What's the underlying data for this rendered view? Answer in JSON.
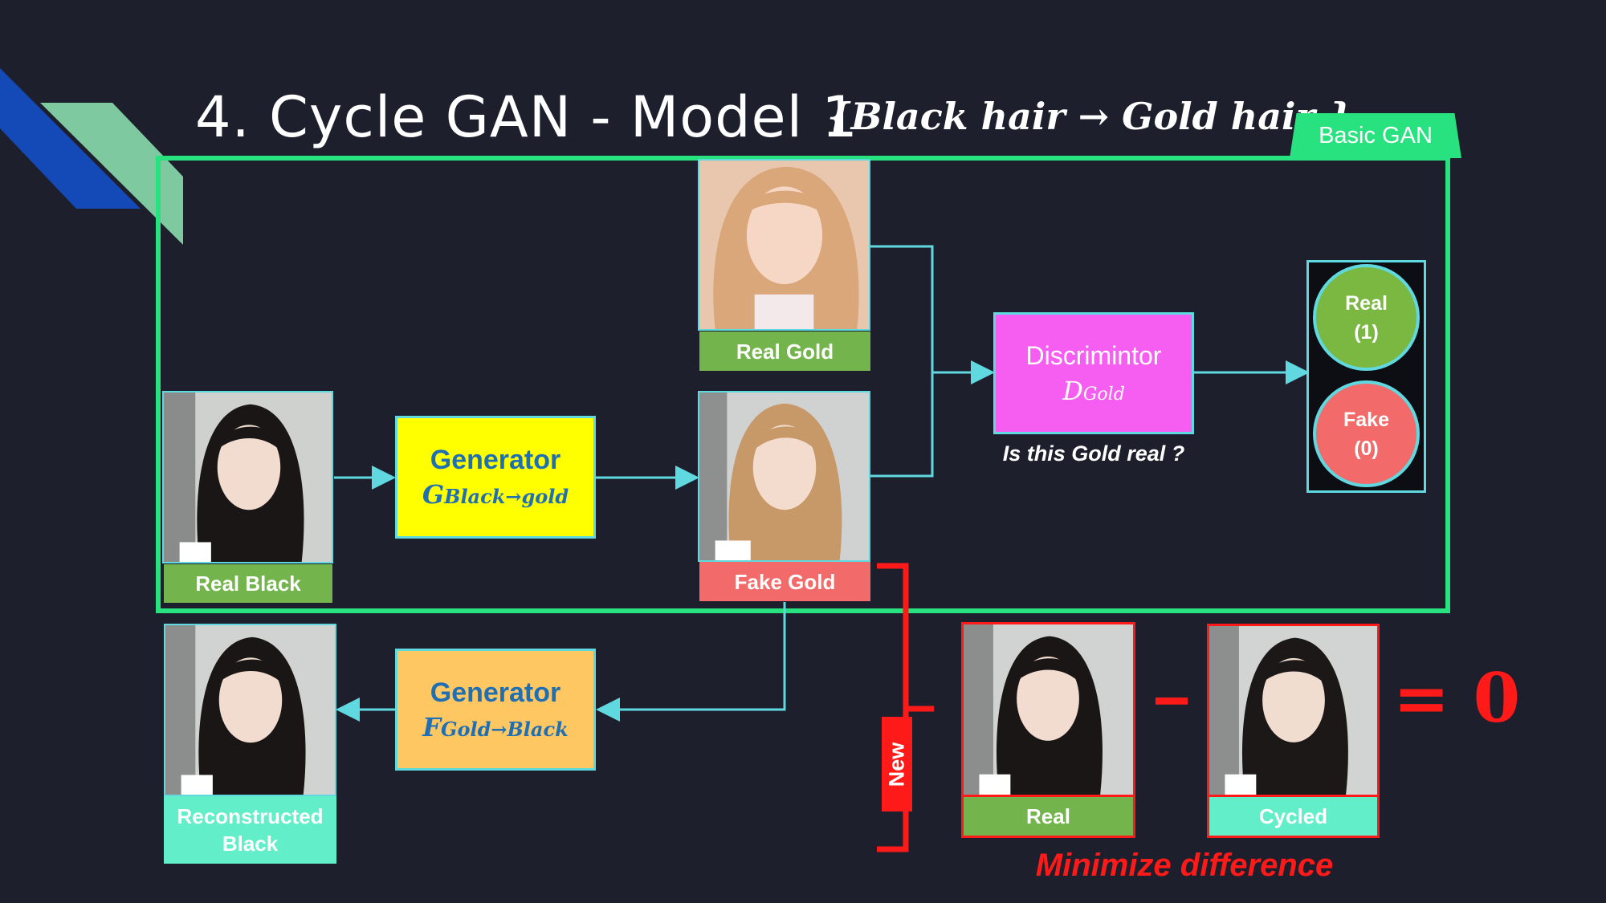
{
  "title": "4. Cycle GAN  -  Model 1",
  "subtitle": "{Black hair  → Gold hair }",
  "basic_gan_tab": "Basic GAN",
  "images": {
    "real_gold": "Real Gold",
    "real_black": "Real Black",
    "fake_gold": "Fake Gold",
    "reconstructed_black": "Reconstructed Black",
    "real": "Real",
    "cycled": "Cycled"
  },
  "generator_g": {
    "title": "Generator",
    "symbol": "G",
    "subscript": "Black→gold"
  },
  "generator_f": {
    "title": "Generator",
    "symbol": "F",
    "subscript": "Gold→Black"
  },
  "discriminator": {
    "title": "Discrimintor",
    "symbol": "D",
    "subscript": "Gold",
    "caption": "Is this Gold real ?"
  },
  "outputs": {
    "real": "Real\n(1)",
    "fake": "Fake\n(0)"
  },
  "new_label": "New",
  "minus": "−",
  "equals_zero": "= 0",
  "minimize_caption": "Minimize difference",
  "colors": {
    "background": "#1d202c",
    "frame": "#27e27f",
    "arrow": "#5fd8e0",
    "label_green": "#74b44c",
    "label_red": "#f26a6a",
    "label_cyan": "#62eec9",
    "generator_g": "#ffff00",
    "generator_f": "#ffc761",
    "discriminator": "#f55ef0",
    "red_accent": "#ff1a1a"
  }
}
